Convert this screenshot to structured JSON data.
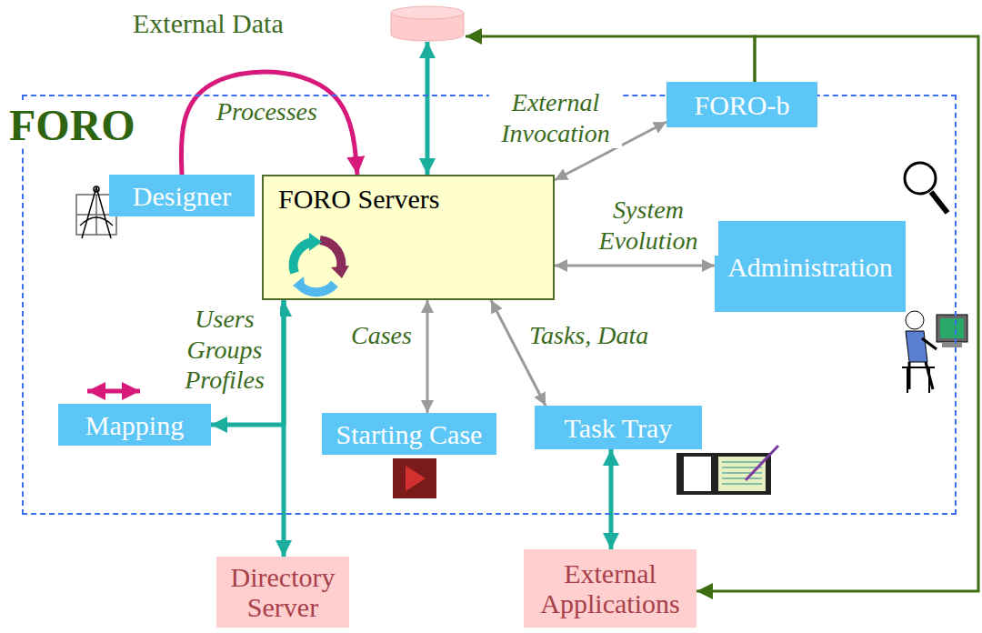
{
  "diagram": {
    "nodes": [
      {
        "text": [
          "External Data"
        ]
      },
      {
        "text": [
          "FORO"
        ]
      },
      {
        "text": [
          "FORO-b"
        ],
        "in": 1
      },
      {
        "text": [
          "Designer"
        ],
        "in": 1
      },
      {
        "text": [
          "FORO Servers"
        ],
        "in": 1
      },
      {
        "text": [
          "Administration"
        ],
        "in": 1
      },
      {
        "text": [
          "Mapping"
        ],
        "in": 1
      },
      {
        "text": [
          "Starting Case"
        ],
        "in": 1
      },
      {
        "text": [
          "Task Tray"
        ],
        "in": 1
      },
      {
        "text": [
          "Directory Server"
        ]
      },
      {
        "text": [
          "External Applications"
        ]
      }
    ],
    "edges": [
      {
        "from": 3,
        "to": 4,
        "label": "Processes",
        "arrow": "to"
      },
      {
        "from": 4,
        "to": 0,
        "arrow": "both"
      },
      {
        "from": 4,
        "to": 2,
        "label": "External Invocation",
        "arrow": "both"
      },
      {
        "from": 4,
        "to": 5,
        "label": "System Evolution",
        "arrow": "both"
      },
      {
        "from": 4,
        "to": 7,
        "label": "Cases",
        "arrow": "both"
      },
      {
        "from": 4,
        "to": 8,
        "label": "Tasks, Data",
        "arrow": "both"
      },
      {
        "from": 4,
        "to": 9,
        "arrow": "both"
      },
      {
        "from": 4,
        "to": 6,
        "label": "Users Groups Profiles",
        "arrow": "to"
      },
      {
        "from": 8,
        "to": 10,
        "arrow": "both"
      },
      {
        "from": 2,
        "to": 0,
        "arrow": "to"
      },
      {
        "from": 2,
        "to": 10,
        "arrow": "to"
      }
    ]
  }
}
